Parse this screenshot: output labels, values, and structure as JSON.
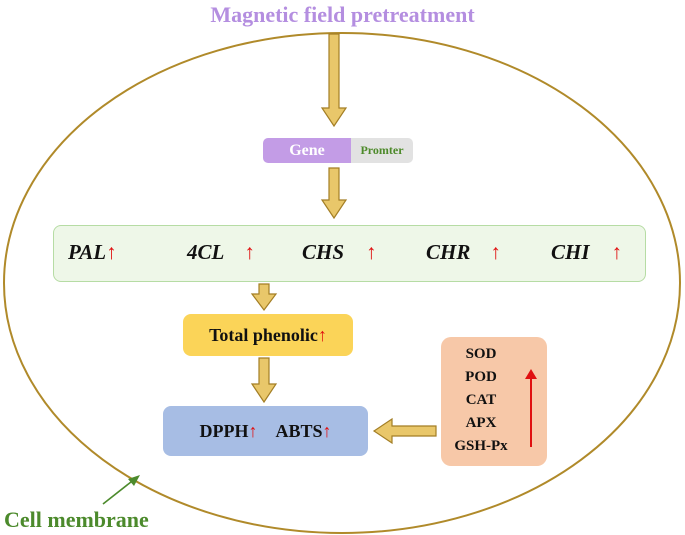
{
  "title": "Magnetic field pretreatment",
  "gene": {
    "gene_label": "Gene",
    "promoter_label": "Promter"
  },
  "up_arrow": "↑",
  "enzymes": [
    "PAL",
    "4CL",
    "CHS",
    "CHR",
    "CHI"
  ],
  "total_phenolic": "Total phenolic",
  "antioxidant": [
    "DPPH",
    "ABTS"
  ],
  "antioxidant_enzymes": [
    "SOD",
    "POD",
    "CAT",
    "APX",
    "GSH-Px"
  ],
  "membrane_label": "Cell membrane",
  "colors": {
    "title": "#b48ee0",
    "membrane": "#b08a2a",
    "arrow_fill": "#e9c76a",
    "up_arrow": "#e01010",
    "membrane_label": "#4c8a2c"
  }
}
